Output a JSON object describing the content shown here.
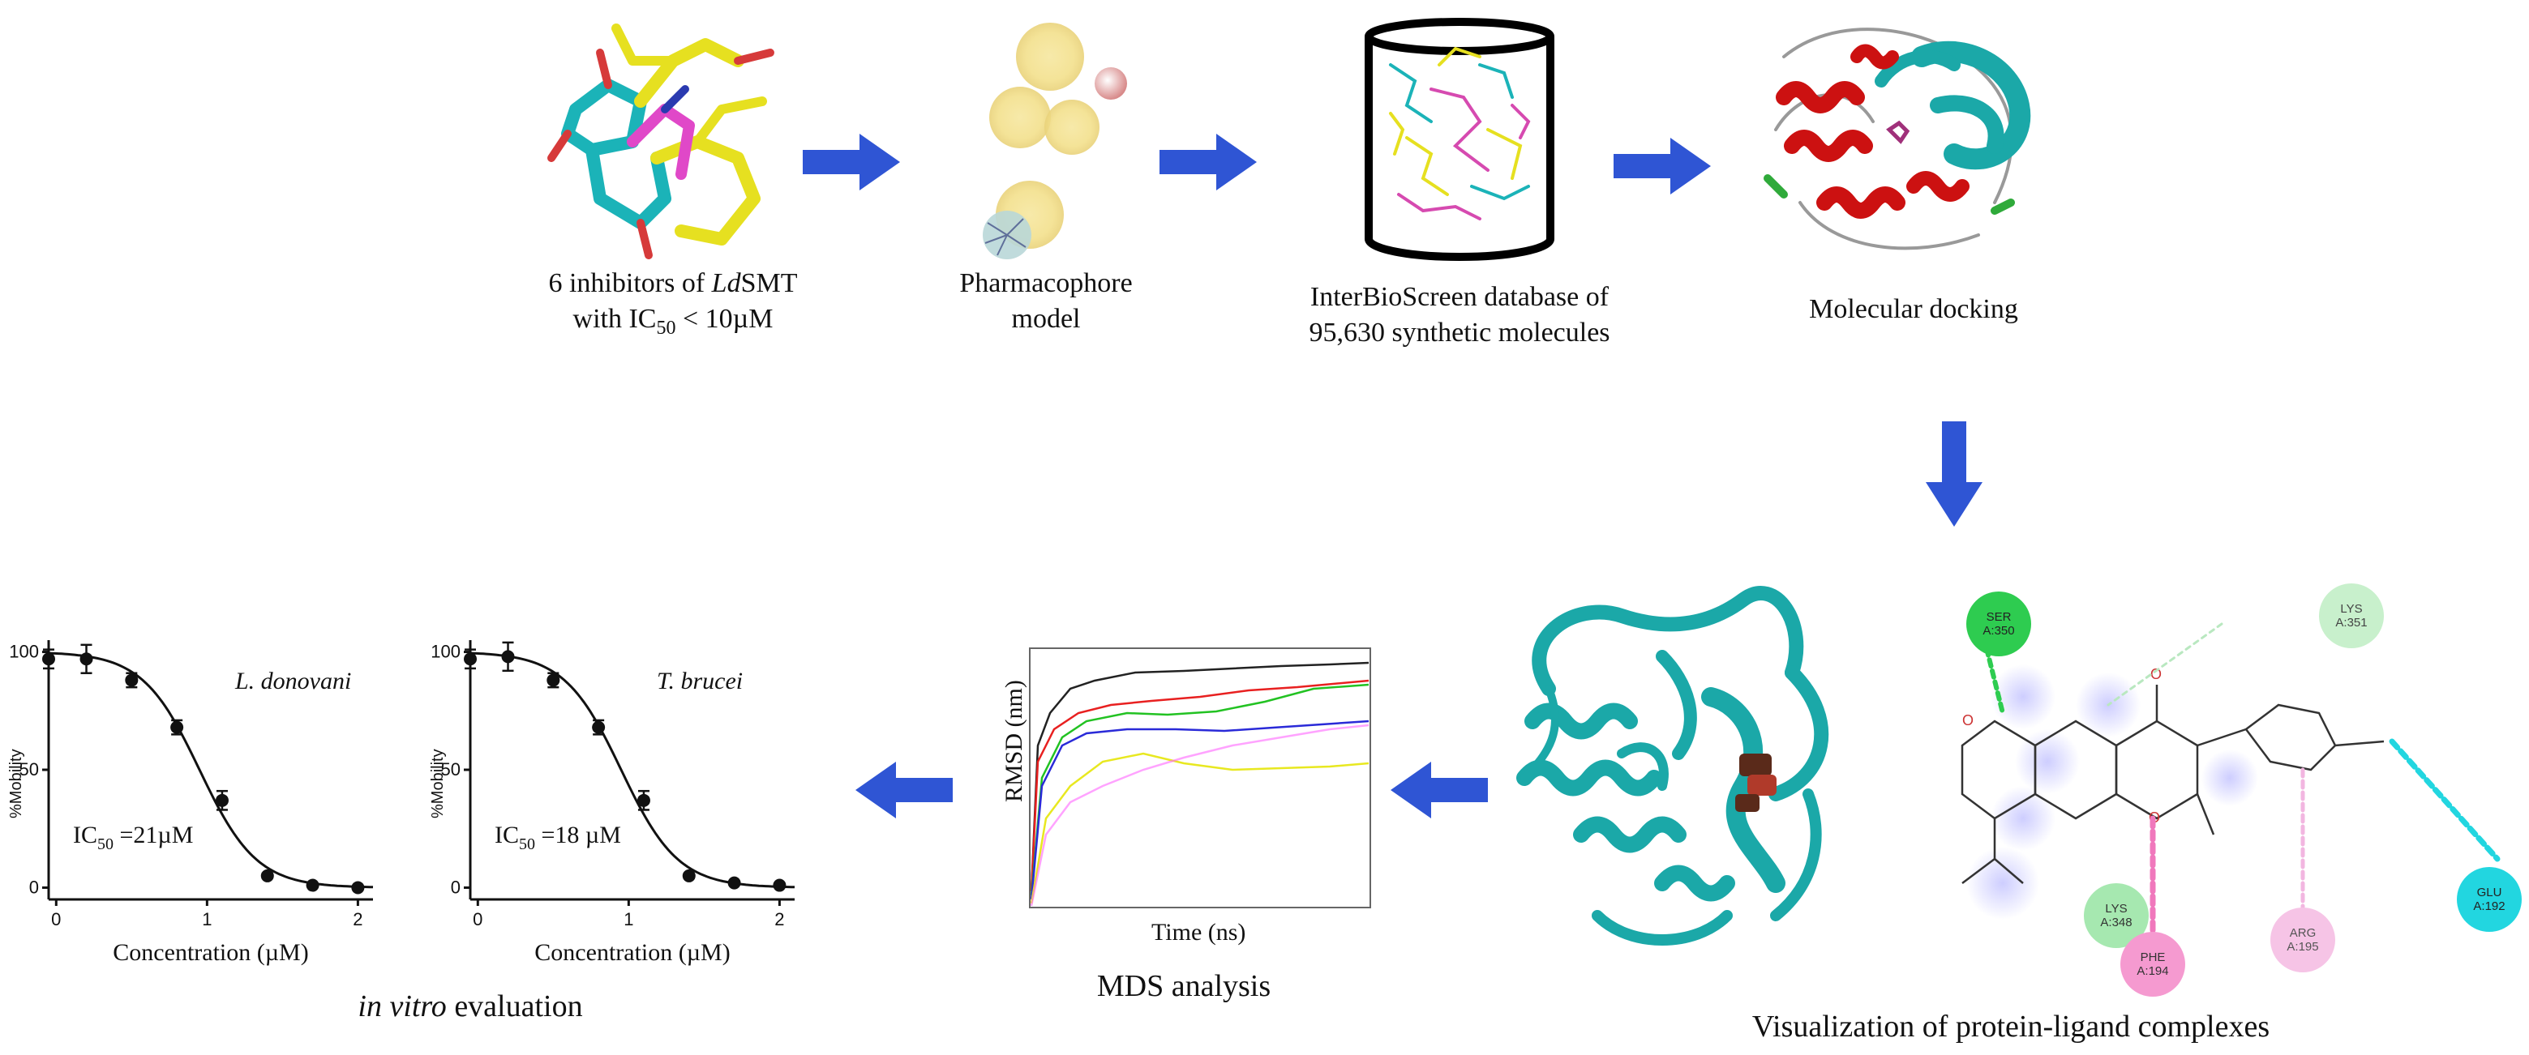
{
  "steps": {
    "inhibitors": {
      "line1_pre": "6 inhibitors of ",
      "line1_it": "Ld",
      "line1_post": "SMT",
      "line2_pre": "with IC",
      "line2_sub": "50",
      "line2_post": "  < 10µM"
    },
    "pharmacophore": {
      "line1": "Pharmacophore",
      "line2": "model"
    },
    "database": {
      "line1": "InterBioScreen database of",
      "line2": "95,630 synthetic molecules"
    },
    "docking": {
      "label": "Molecular docking"
    },
    "visualization": {
      "label": "Visualization of protein-ligand complexes"
    },
    "mds": {
      "label": "MDS analysis"
    },
    "invitro": {
      "label_it": "in vitro",
      "label_post": " evaluation"
    }
  },
  "residues": [
    {
      "code": "SER",
      "id": "A:350",
      "color": "#2ecc50"
    },
    {
      "code": "LYS",
      "id": "A:351",
      "color": "#c8f0cc"
    },
    {
      "code": "LYS",
      "id": "A:348",
      "color": "#a6e8b0"
    },
    {
      "code": "PHE",
      "id": "A:194",
      "color": "#f59ad0"
    },
    {
      "code": "ARG",
      "id": "A:195",
      "color": "#f6c4e6"
    },
    {
      "code": "GLU",
      "id": "A:192",
      "color": "#22d6e0"
    }
  ],
  "mds_plot": {
    "ylabel": "RMSD (nm)",
    "xlabel": "Time (ns)"
  },
  "colors": {
    "arrow": "#2f55d4",
    "protein": "#1ba8a8",
    "helix": "#cc1111"
  },
  "chart_data": [
    {
      "type": "scatter",
      "title": "L. donovani",
      "ylabel": "%Mobility",
      "xlabel": "Concentration (µM)",
      "annotation_pre": "IC",
      "annotation_sub": "50",
      "annotation_post": " =21µM",
      "xlim": [
        -0.05,
        2.1
      ],
      "ylim": [
        -5,
        105
      ],
      "xticks": [
        "0",
        "1",
        "2"
      ],
      "yticks": [
        "0",
        "50",
        "100"
      ],
      "x": [
        -0.05,
        0.2,
        0.5,
        0.8,
        1.1,
        1.4,
        1.7,
        2.0
      ],
      "y": [
        97,
        97,
        88,
        68,
        37,
        5,
        1,
        0
      ],
      "err": [
        4,
        6,
        3,
        3,
        4,
        1,
        0,
        0
      ],
      "fit_ic50_log": 0.95,
      "fit_hill": 2.3
    },
    {
      "type": "scatter",
      "title": "T. brucei",
      "ylabel": "%Mobility",
      "xlabel": "Concentration (µM)",
      "annotation_pre": "IC",
      "annotation_sub": "50",
      "annotation_post": " =18 µM",
      "xlim": [
        -0.05,
        2.1
      ],
      "ylim": [
        -5,
        105
      ],
      "xticks": [
        "0",
        "1",
        "2"
      ],
      "yticks": [
        "0",
        "50",
        "100"
      ],
      "x": [
        -0.05,
        0.2,
        0.5,
        0.8,
        1.1,
        1.4,
        1.7,
        2.0
      ],
      "y": [
        97,
        98,
        88,
        68,
        37,
        5,
        2,
        1
      ],
      "err": [
        4,
        6,
        3,
        3,
        4,
        1,
        0,
        0
      ],
      "fit_ic50_log": 0.95,
      "fit_hill": 2.3
    }
  ]
}
